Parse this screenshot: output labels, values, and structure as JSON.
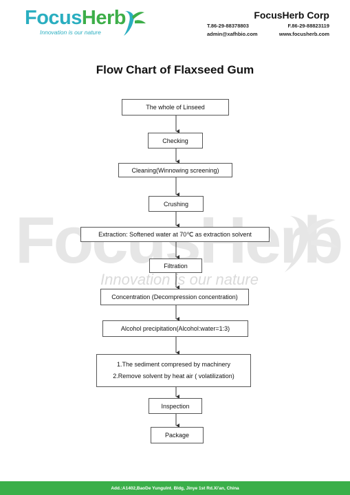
{
  "header": {
    "logo": {
      "part1": "Focus",
      "part2": "Herb",
      "tagline": "Innovation is our nature"
    },
    "corp_name": "FocusHerb  Corp",
    "phone": "T.86-29-88378803",
    "fax": "F.86-29-88823119",
    "email": "admin@xafhbio.com",
    "website": "www.focusherb.com"
  },
  "watermark": {
    "text": "FocusHerb",
    "tagline": "Innovation is our nature"
  },
  "title": "Flow Chart of Flaxseed Gum",
  "steps": [
    {
      "label": "The whole of Linseed"
    },
    {
      "label": "Checking"
    },
    {
      "label": "Cleaning(Winnowing screening)"
    },
    {
      "label": "Crushing"
    },
    {
      "label": "Extraction: Softened water at 70℃ as extraction solvent"
    },
    {
      "label": "Filtration"
    },
    {
      "label": "Concentration (Decompression concentration)"
    },
    {
      "label": "Alcohol precipitation(Alcohol:water=1:3)"
    },
    {
      "lines": [
        "1.The sediment compresed by machinery",
        "2.Remove solvent by heat air ( volatilization)"
      ]
    },
    {
      "label": "Inspection"
    },
    {
      "label": "Package"
    }
  ],
  "footer": {
    "address": "Add.:A1402,BaoDe YunguInt. Bldg, Jinye 1st Rd.Xi'an, China"
  },
  "colors": {
    "brand_blue": "#2aaec0",
    "brand_green": "#3dae49",
    "footer_green": "#3aaf49"
  }
}
